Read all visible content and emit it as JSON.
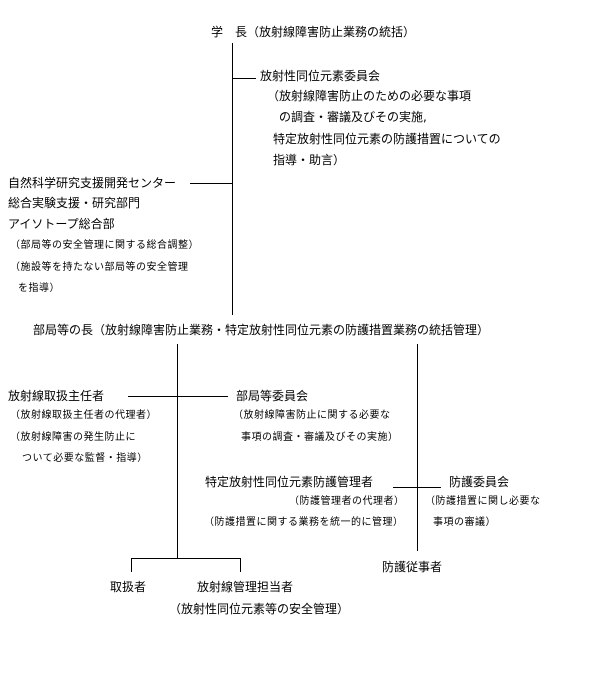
{
  "org_chart": {
    "president": "学　長（放射線障害防止業務の統括）",
    "committee": {
      "name": "放射性同位元素委員会",
      "desc": [
        "（放射線障害防止のための必要な事項",
        "の調査・審議及びその実施,",
        "特定放射性同位元素の防護措置についての",
        "指導・助言）"
      ]
    },
    "center": {
      "lines": [
        "自然科学研究支援開発センター",
        "総合実験支援・研究部門",
        "アイソトープ総合部"
      ],
      "notes": [
        "（部局等の安全管理に関する総合調整）",
        "（施設等を持たない部局等の安全管理",
        "を指導）"
      ]
    },
    "dept_head": "部局等の長（放射線障害防止業務・特定放射性同位元素の防護措置業務の統括管理）",
    "chief_handler": {
      "name": "放射線取扱主任者",
      "notes": [
        "（放射線取扱主任者の代理者）",
        "（放射線障害の発生防止に",
        "ついて必要な監督・指導）"
      ]
    },
    "dept_committee": {
      "name": "部局等委員会",
      "notes": [
        "（放射線障害防止に関する必要な",
        "事項の調査・審議及びその実施）"
      ]
    },
    "protection_manager": {
      "name": "特定放射性同位元素防護管理者",
      "notes": [
        "（防護管理者の代理者）",
        "（防護措置に関する業務を統一的に管理）"
      ]
    },
    "protection_committee": {
      "name": "防護委員会",
      "notes": [
        "（防護措置に関し必要な",
        "事項の審議）"
      ]
    },
    "protection_workers": "防護従事者",
    "handlers": "取扱者",
    "radiation_manager": {
      "name": "放射線管理担当者",
      "note": "（放射性同位元素等の安全管理）"
    }
  }
}
